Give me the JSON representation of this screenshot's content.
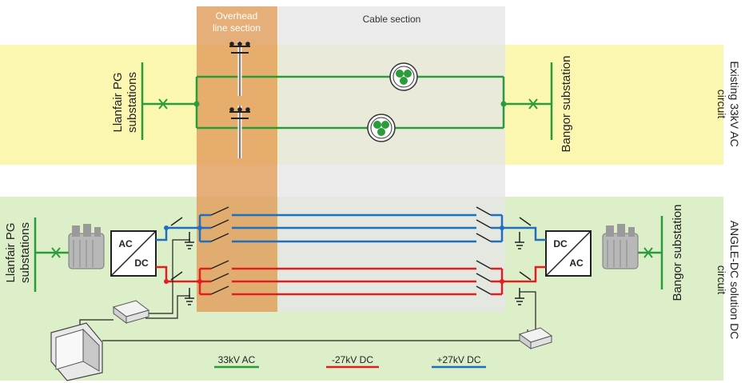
{
  "sections": {
    "overhead_line": [
      "Overhead",
      "line section"
    ],
    "cable": "Cable section"
  },
  "circuits": {
    "existing_ac": [
      "Existing 33kV AC",
      "circuit"
    ],
    "angle_dc": [
      "ANGLE-DC solution DC",
      "circuit"
    ]
  },
  "substations": {
    "llanfair": [
      "Llanfair PG",
      "substations"
    ],
    "bangor": "Bangor substation"
  },
  "converters": {
    "left": {
      "top": "AC",
      "bottom": "DC"
    },
    "right": {
      "top": "DC",
      "bottom": "AC"
    }
  },
  "legend": [
    {
      "label": "33kV AC",
      "color": "#2a9d3a"
    },
    {
      "label": "-27kV DC",
      "color": "#e02020"
    },
    {
      "label": "+27kV DC",
      "color": "#1f6fbf"
    }
  ],
  "colors": {
    "ac": "#2a9d3a",
    "dc_negative": "#e02020",
    "dc_positive": "#1f6fbf",
    "overhead_band": "#e2a060",
    "cable_band": "#e6e6e6",
    "existing_band": "#fbf7b0",
    "dc_band": "#dcefc8"
  }
}
